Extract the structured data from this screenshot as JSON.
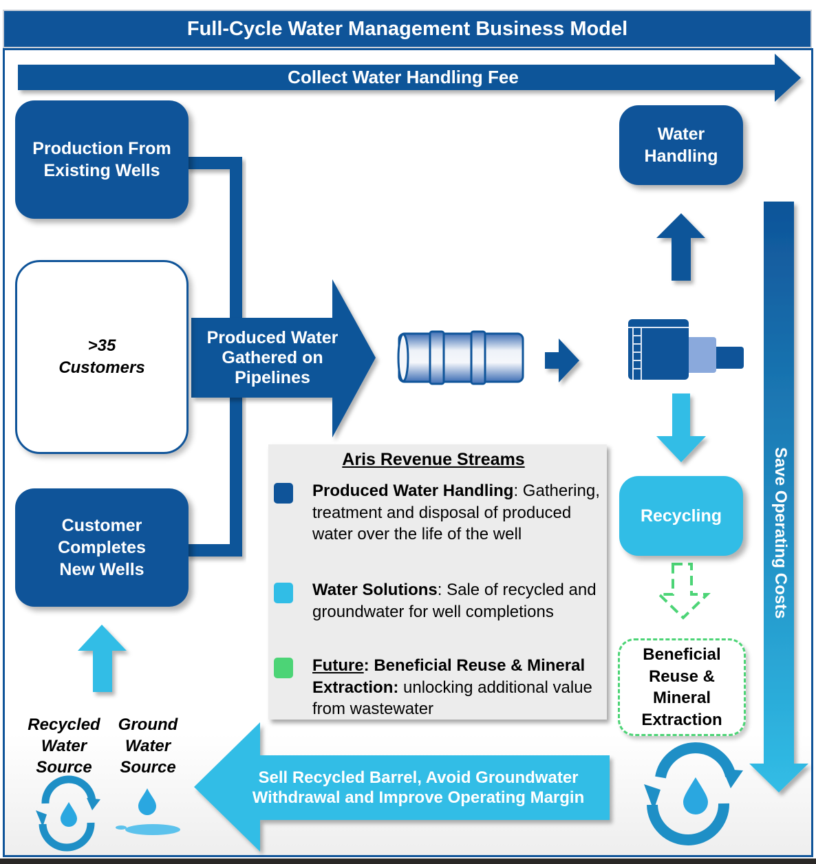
{
  "title": "Full-Cycle Water Management Business Model",
  "top_arrow": {
    "label": "Collect Water Handling Fee"
  },
  "left_boxes": {
    "production": "Production From Existing Wells",
    "customers_count": ">35",
    "customers_label": "Customers",
    "new_wells": "Customer Completes New Wells"
  },
  "gather_arrow": {
    "label": "Produced Water Gathered on Pipelines"
  },
  "right_boxes": {
    "water_handling": "Water Handling",
    "recycling": "Recycling",
    "beneficial": "Beneficial Reuse & Mineral Extraction"
  },
  "side_arrow": {
    "label": "Save Operating Costs"
  },
  "bottom_arrow": {
    "label": "Sell Recycled Barrel, Avoid Groundwater Withdrawal and Improve Operating Margin"
  },
  "sources": {
    "recycled": "Recycled Water Source",
    "ground": "Ground Water Source"
  },
  "legend": {
    "title": "Aris Revenue Streams",
    "items": [
      {
        "color": "#0f5499",
        "prefix_underlined": "",
        "bold": "Produced Water Handling",
        "text": ": Gathering, treatment and disposal of produced water over the life of the well"
      },
      {
        "color": "#31bde6",
        "prefix_underlined": "",
        "bold": "Water Solutions",
        "text": ": Sale of recycled and groundwater for well completions"
      },
      {
        "color": "#4cd476",
        "prefix_underlined": "Future",
        "bold": ": Beneficial Reuse & Mineral Extraction:",
        "text": " unlocking additional value from wastewater"
      }
    ]
  },
  "colors": {
    "dark_blue": "#0f5499",
    "light_blue": "#31bde6",
    "green": "#4cd476",
    "legend_bg": "#ececec"
  }
}
